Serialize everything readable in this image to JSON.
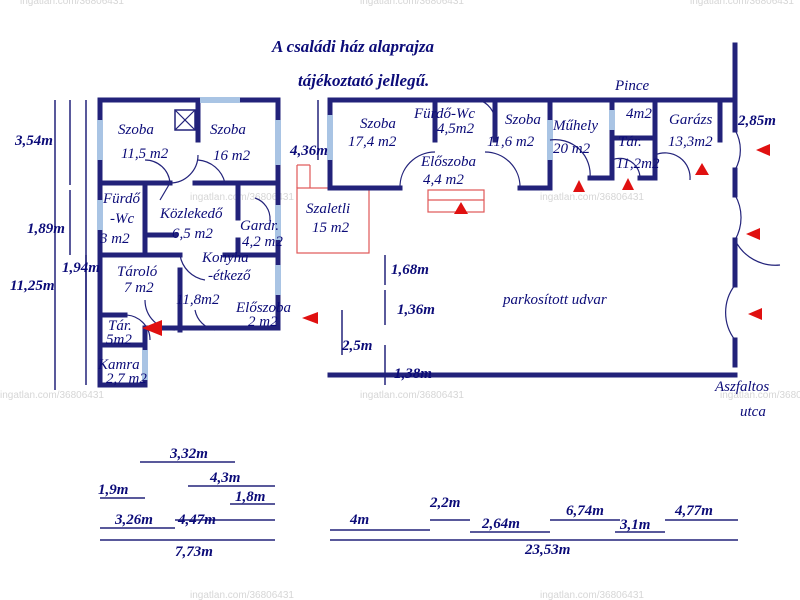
{
  "title": {
    "line1": "A családi ház alaprajza",
    "line2": "tájékoztató jellegű."
  },
  "rooms": [
    {
      "id": "szoba1",
      "name": "Szoba",
      "area": "11,5 m2"
    },
    {
      "id": "szoba2",
      "name": "Szoba",
      "area": "16 m2"
    },
    {
      "id": "furdo1",
      "name": "Fürdő",
      "name2": "-Wc",
      "area": "3 m2"
    },
    {
      "id": "kozleked",
      "name": "Közlekedő",
      "area": "6,5 m2"
    },
    {
      "id": "gardr",
      "name": "Gardr.",
      "area": "4,2 m2"
    },
    {
      "id": "konyha",
      "name": "Konyha",
      "name2": "-étkező",
      "area": "11,8m2"
    },
    {
      "id": "tarolo",
      "name": "Tároló",
      "area": "7 m2"
    },
    {
      "id": "eloszoba1",
      "name": "Előszoba",
      "area": "2 m2"
    },
    {
      "id": "tar1",
      "name": "Tár.",
      "area": "5m2"
    },
    {
      "id": "kamra",
      "name": "Kamra",
      "area": "2,7 m2"
    },
    {
      "id": "szaletli",
      "name": "Szaletli",
      "area": "15 m2"
    },
    {
      "id": "szoba3",
      "name": "Szoba",
      "area": "17,4 m2"
    },
    {
      "id": "furdo2",
      "name": "Fürdő-Wc",
      "area": "4,5m2"
    },
    {
      "id": "szoba4",
      "name": "Szoba",
      "area": "11,6 m2"
    },
    {
      "id": "eloszoba2",
      "name": "Előszoba",
      "area": "4,4 m2"
    },
    {
      "id": "muhely",
      "name": "Műhely",
      "area": "20 m2"
    },
    {
      "id": "pince",
      "name": "Pince",
      "area": "4m2"
    },
    {
      "id": "tar2",
      "name": "Tár.",
      "area": "11,2m2"
    },
    {
      "id": "garazs",
      "name": "Garázs",
      "area": "13,3m2"
    }
  ],
  "labels": {
    "udvar": "parkosított udvar",
    "utca1": "Aszfaltos",
    "utca2": "utca"
  },
  "dimensions": {
    "d354": "3,54m",
    "d189": "1,89m",
    "d194": "1,94m",
    "d1125": "11,25m",
    "d436": "4,36m",
    "d168": "1,68m",
    "d136": "1,36m",
    "d25": "2,5m",
    "d138": "1,38m",
    "d285": "2,85m",
    "d332": "3,32m",
    "d43": "4,3m",
    "d19": "1,9m",
    "d18": "1,8m",
    "d326": "3,26m",
    "d447": "4,47m",
    "d773": "7,73m",
    "d4": "4m",
    "d22": "2,2m",
    "d264": "2,64m",
    "d674": "6,74m",
    "d31": "3,1m",
    "d477": "4,77m",
    "d2353": "23,53m"
  },
  "watermark": "ingatlan.com/36806431",
  "colors": {
    "wall": "#22227a",
    "text": "#0b0b78",
    "window": "#a9c4e4",
    "arrow": "#e01010",
    "terrace": "#e05858"
  }
}
